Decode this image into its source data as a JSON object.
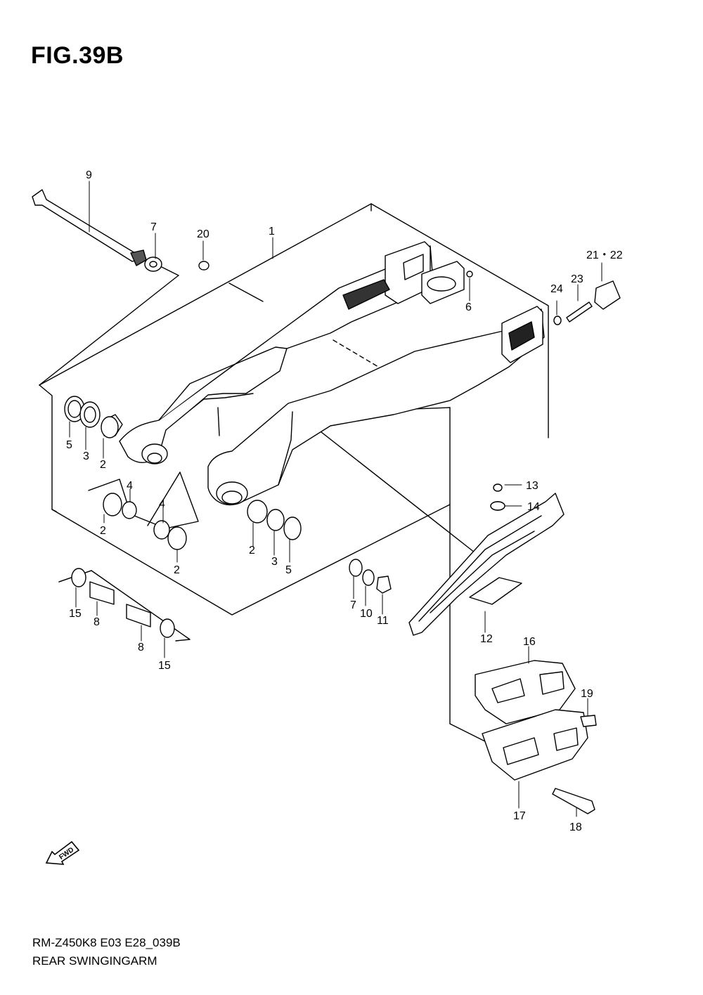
{
  "figure": {
    "title": "FIG.39B"
  },
  "footer": {
    "model_code": "RM-Z450K8 E03 E28_039B",
    "name": "REAR SWINGINGARM"
  },
  "fwd_label": "FWD",
  "callouts": {
    "c1": "1",
    "c2a": "2",
    "c2b": "2",
    "c2c": "2",
    "c2d": "2",
    "c3a": "3",
    "c3b": "3",
    "c4a": "4",
    "c4b": "4",
    "c5a": "5",
    "c5b": "5",
    "c6": "6",
    "c7a": "7",
    "c7b": "7",
    "c8a": "8",
    "c8b": "8",
    "c9": "9",
    "c10": "10",
    "c11": "11",
    "c12": "12",
    "c13": "13",
    "c14": "14",
    "c15a": "15",
    "c15b": "15",
    "c16": "16",
    "c17": "17",
    "c18": "18",
    "c19": "19",
    "c20": "20",
    "c2122": "21・22",
    "c23": "23",
    "c24": "24"
  },
  "colors": {
    "line": "#000000",
    "fill": "#ffffff",
    "shade": "#1a1a1a"
  }
}
